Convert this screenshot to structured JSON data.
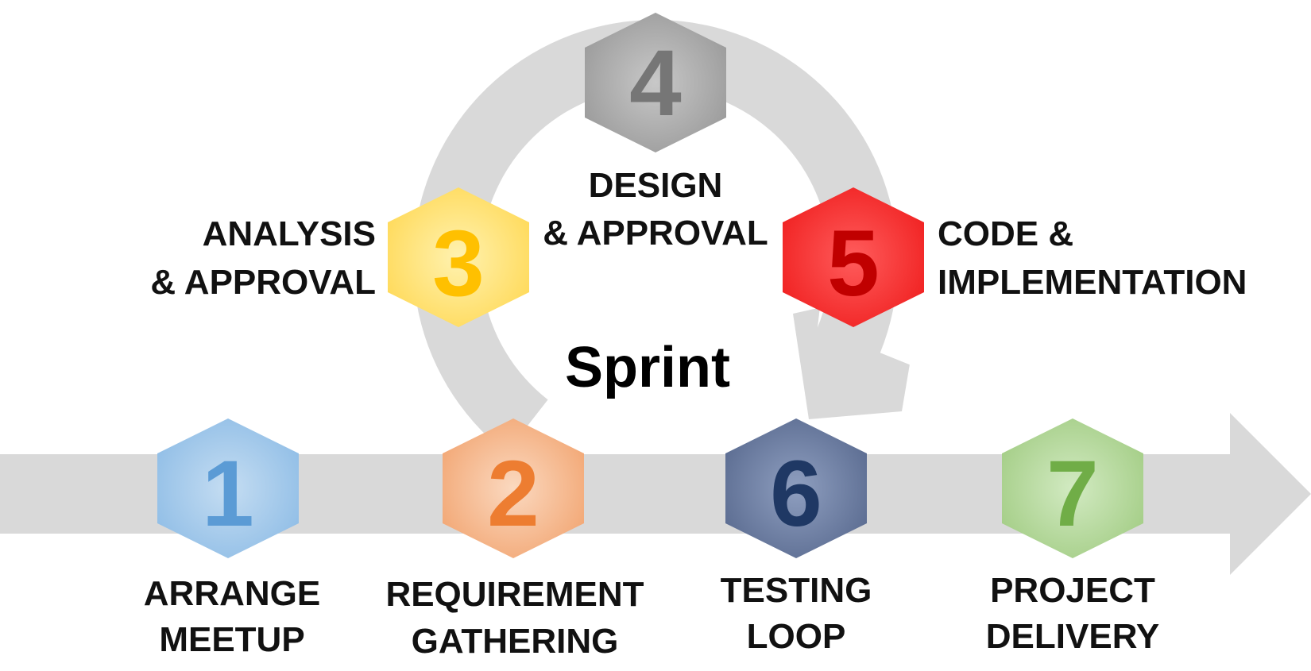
{
  "center_title": "Sprint",
  "steps": [
    {
      "number": "1",
      "label_line1": "ARRANGE",
      "label_line2": "MEETUP",
      "color_num": "#5b9bd5",
      "color_light": "#c5ddf2",
      "color_edge": "#8fbde6"
    },
    {
      "number": "2",
      "label_line1": "REQUIREMENT",
      "label_line2": "GATHERING",
      "color_num": "#ed7d31",
      "color_light": "#fbd9c0",
      "color_edge": "#f2a673"
    },
    {
      "number": "3",
      "label_line1": "ANALYSIS",
      "label_line2": "& APPROVAL",
      "color_num": "#ffc000",
      "color_light": "#fff2b0",
      "color_edge": "#ffd957"
    },
    {
      "number": "4",
      "label_line1": "DESIGN",
      "label_line2": "& APPROVAL",
      "color_num": "#767676",
      "color_light": "#c8c8c8",
      "color_edge": "#9a9a9a"
    },
    {
      "number": "5",
      "label_line1": "CODE &",
      "label_line2": "IMPLEMENTATION",
      "color_num": "#c00000",
      "color_light": "#ff5c5c",
      "color_edge": "#f02020"
    },
    {
      "number": "6",
      "label_line1": "TESTING",
      "label_line2": "LOOP",
      "color_num": "#1f3864",
      "color_light": "#8f9fc0",
      "color_edge": "#5a6b90"
    },
    {
      "number": "7",
      "label_line1": "PROJECT",
      "label_line2": "DELIVERY",
      "color_num": "#70ad47",
      "color_light": "#d2eac2",
      "color_edge": "#a3cd85"
    }
  ],
  "colors": {
    "arrow_gray": "#d9d9d9"
  }
}
